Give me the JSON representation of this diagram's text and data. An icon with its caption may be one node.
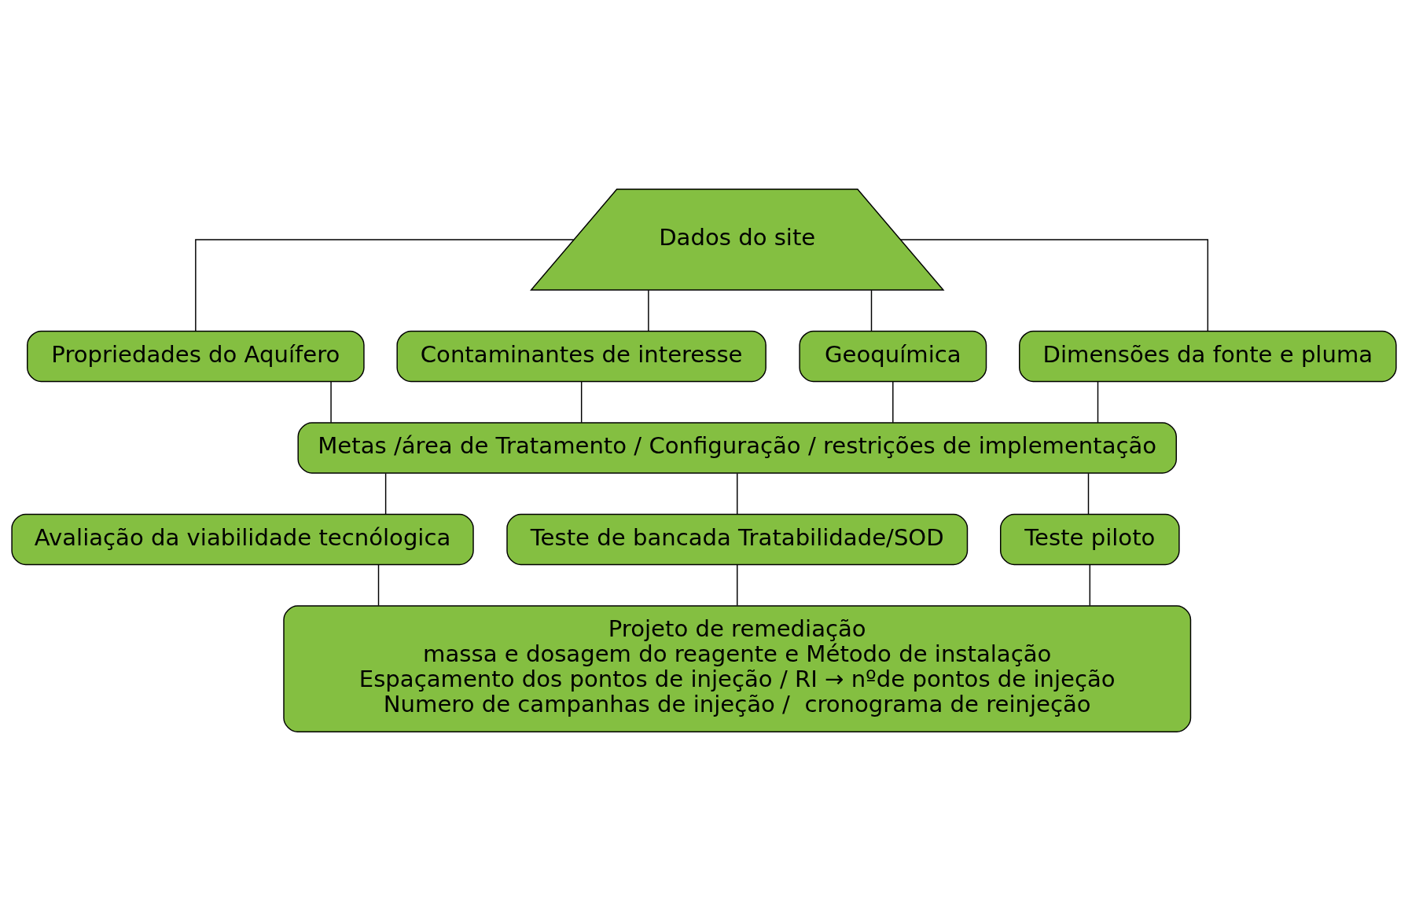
{
  "diagram": {
    "nodes": [
      {
        "text": [
          "Dados do site"
        ]
      },
      {
        "text": [
          "Propriedades do Aquífero"
        ]
      },
      {
        "text": [
          "Contaminantes de interesse"
        ]
      },
      {
        "text": [
          "Geoquímica"
        ]
      },
      {
        "text": [
          "Dimensões da fonte e pluma"
        ]
      },
      {
        "text": [
          "Metas /área de Tratamento / Configuração / restrições de implementação"
        ]
      },
      {
        "text": [
          "Avaliação da viabilidade tecnólogica"
        ]
      },
      {
        "text": [
          "Teste de bancada Tratabilidade/SOD"
        ]
      },
      {
        "text": [
          "Teste piloto"
        ]
      },
      {
        "text": [
          "Projeto de remediação",
          "massa e dosagem do reagente e Método de instalação",
          "Espaçamento dos pontos de injeção / RI → nºde pontos de injeção",
          "Numero de campanhas de injeção /  cronograma de reinjeção"
        ]
      }
    ],
    "edges": [
      {
        "from": 0,
        "to": 1,
        "arrow": "none"
      },
      {
        "from": 0,
        "to": 2,
        "arrow": "none"
      },
      {
        "from": 0,
        "to": 3,
        "arrow": "none"
      },
      {
        "from": 0,
        "to": 4,
        "arrow": "none"
      },
      {
        "from": 1,
        "to": 5,
        "arrow": "none"
      },
      {
        "from": 2,
        "to": 5,
        "arrow": "none"
      },
      {
        "from": 3,
        "to": 5,
        "arrow": "none"
      },
      {
        "from": 4,
        "to": 5,
        "arrow": "none"
      },
      {
        "from": 5,
        "to": 6,
        "arrow": "none"
      },
      {
        "from": 5,
        "to": 7,
        "arrow": "none"
      },
      {
        "from": 5,
        "to": 8,
        "arrow": "none"
      },
      {
        "from": 6,
        "to": 9,
        "arrow": "none"
      },
      {
        "from": 7,
        "to": 9,
        "arrow": "none"
      },
      {
        "from": 8,
        "to": 9,
        "arrow": "none"
      }
    ]
  }
}
